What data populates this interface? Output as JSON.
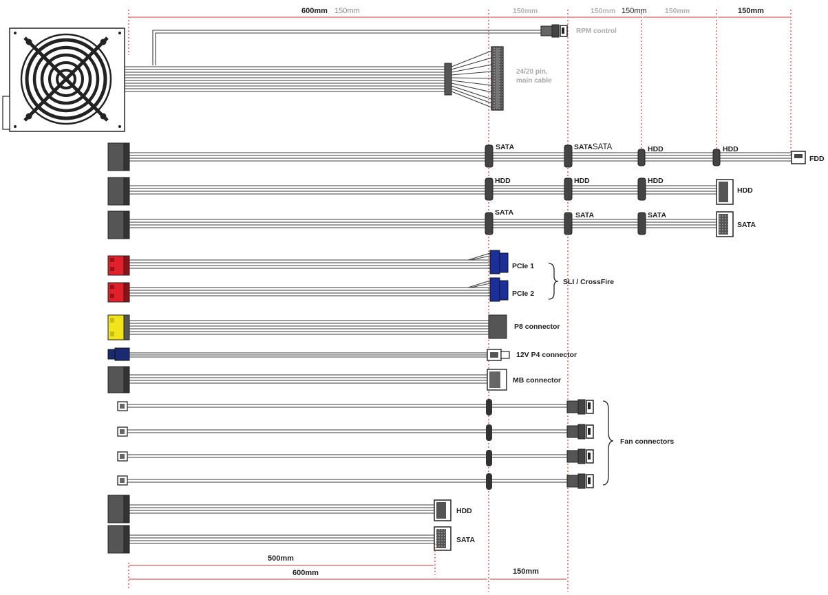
{
  "colors": {
    "dimension_line": "#d23a3a",
    "connector_gray": "#555555",
    "pcie_red": "#e0202a",
    "pcie_blue": "#1a2f9a",
    "p8_yellow": "#f2e41c",
    "p4_navy": "#1a2a70"
  },
  "top_dims": {
    "psu_cable": "600mm",
    "psu_cable_alt": "150mm",
    "seg1": "150mm",
    "seg2a": "150mm",
    "seg2b": "150mm",
    "seg3": "150mm",
    "seg4": "150mm"
  },
  "psu": {
    "rpm_label": "RPM control",
    "main_label_line1": "24/20 pin,",
    "main_label_line2": "main cable"
  },
  "cables": {
    "sata1": [
      "SATA",
      "SATA",
      "SATA",
      "HDD",
      "HDD",
      "FDD"
    ],
    "hdd1": [
      "HDD",
      "HDD",
      "HDD",
      "HDD"
    ],
    "sata2": [
      "SATA",
      "SATA",
      "SATA",
      "SATA"
    ],
    "pcie1": "PCIe 1",
    "pcie2": "PCIe 2",
    "sli_label": "SLI / CrossFire",
    "p8_label": "P8 connector",
    "p4_label": "12V P4 connector",
    "mb_label": "MB connector",
    "fan_label": "Fan connectors",
    "short_hdd": "HDD",
    "short_sata": "SATA"
  },
  "bottom_dims": {
    "short": "500mm",
    "long": "600mm",
    "ext": "150mm"
  }
}
